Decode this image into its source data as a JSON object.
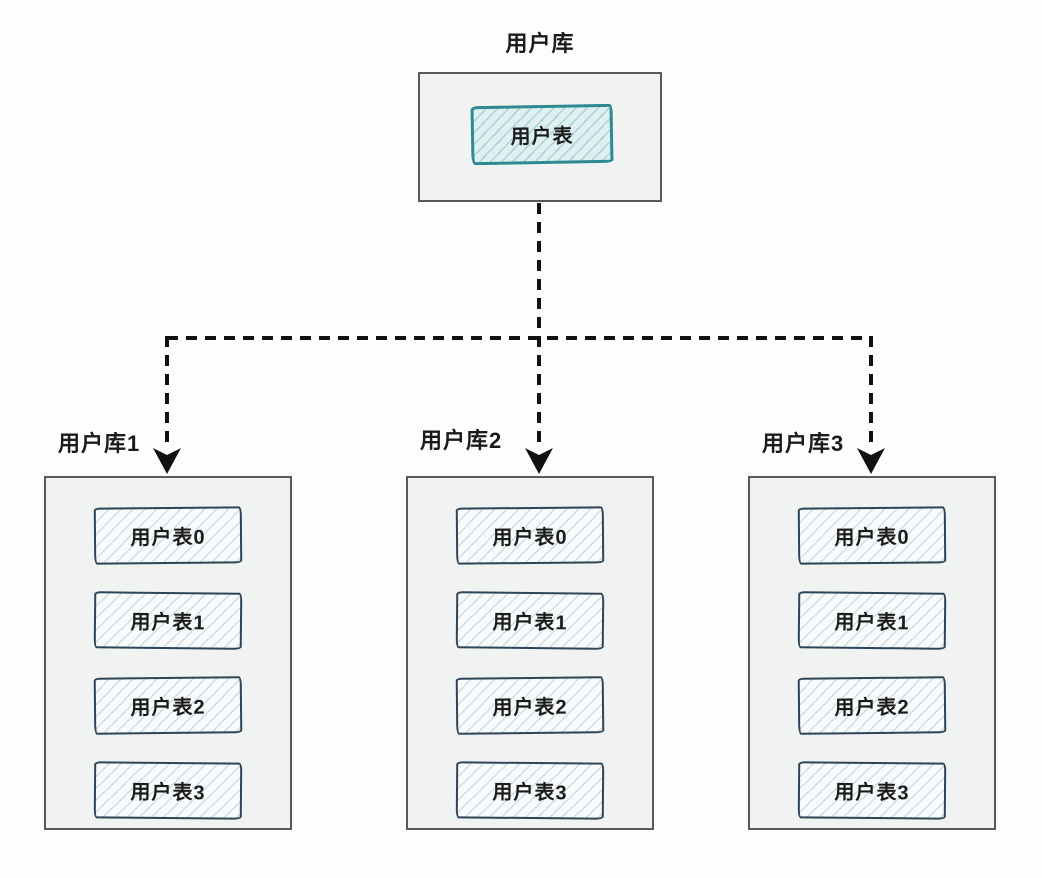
{
  "root": {
    "label": "用户库",
    "table": "用户表"
  },
  "shards": [
    {
      "label": "用户库1",
      "tables": [
        "用户表0",
        "用户表1",
        "用户表2",
        "用户表3"
      ]
    },
    {
      "label": "用户库2",
      "tables": [
        "用户表0",
        "用户表1",
        "用户表2",
        "用户表3"
      ]
    },
    {
      "label": "用户库3",
      "tables": [
        "用户表0",
        "用户表1",
        "用户表2",
        "用户表3"
      ]
    }
  ],
  "colors": {
    "canvas_bg": "#fdfdfd",
    "box_fill": "#f1f2f2",
    "box_border": "#58595b",
    "root_table_border": "#2e8a90",
    "root_table_fill": "#dff0f1",
    "shard_table_border": "#2e4457",
    "shard_table_fill": "#f8fbfc",
    "connector": "#111111",
    "text": "#1b1b1b"
  }
}
